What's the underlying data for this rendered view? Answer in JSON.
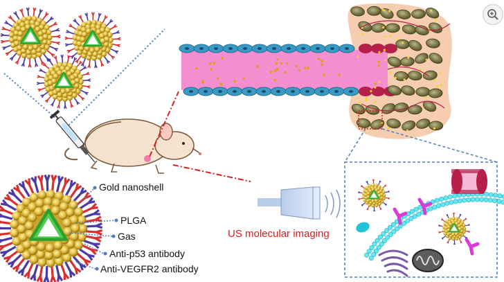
{
  "labels": {
    "gold_nanoshell": "Gold nanoshell",
    "plga": "PLGA",
    "gas": "Gas",
    "anti_p53": "Anti-p53 antibody",
    "anti_vegfr2": "Anti-VEGFR2 antibody",
    "us_imaging": "US molecular imaging"
  },
  "icons": {
    "zoom": "zoom-in-icon"
  },
  "colors": {
    "gold": "#d9b53a",
    "vessel_interior": "#f48fcf",
    "endothelium": "#3b9ac4",
    "tumor_cell": "#6e6b3a",
    "tumor_tissue": "#f7cdb0",
    "label_red": "#d81f1f",
    "dotted_blue": "#4f7fb9"
  }
}
